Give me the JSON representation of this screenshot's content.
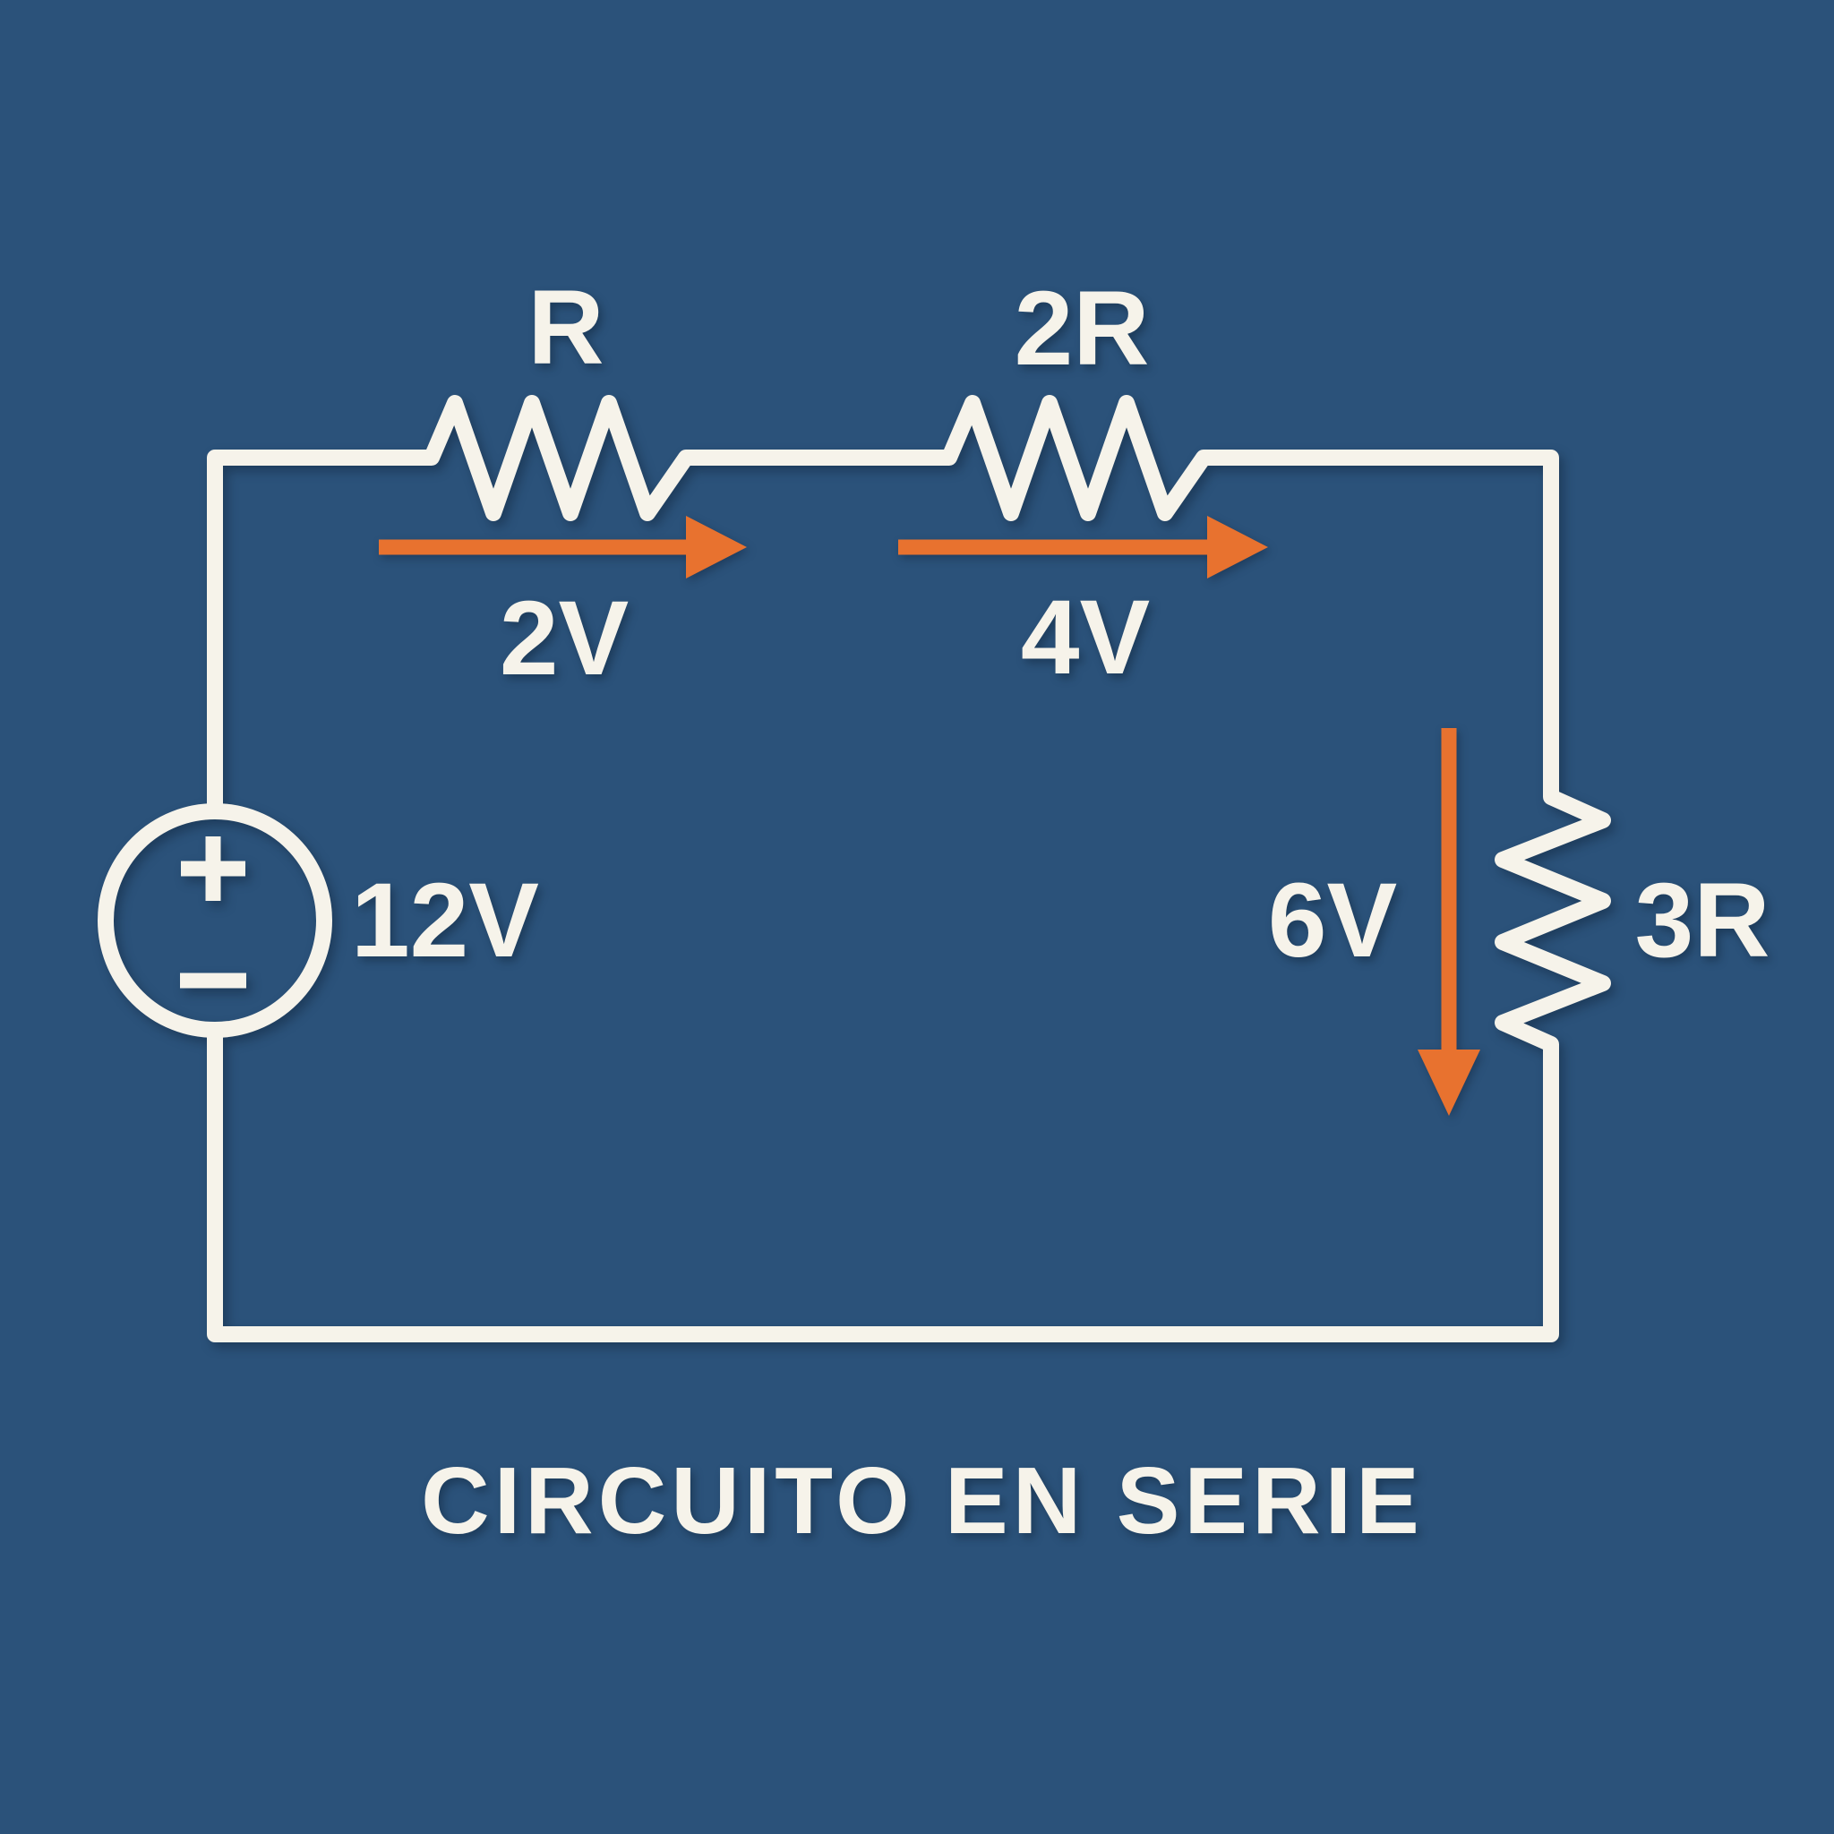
{
  "title": "CIRCUITO EN SERIE",
  "colors": {
    "background": "#2B527A",
    "wire": "#F6F3EA",
    "arrow": "#E8722F",
    "text": "#F6F3EA"
  },
  "source": {
    "type": "dc-voltage-source",
    "label": "12V",
    "polarity_plus": "+",
    "polarity_minus": "−"
  },
  "resistors": [
    {
      "label": "R",
      "voltage_drop": "2V",
      "position": "top-left"
    },
    {
      "label": "2R",
      "voltage_drop": "4V",
      "position": "top-right"
    },
    {
      "label": "3R",
      "voltage_drop": "6V",
      "position": "right-side"
    }
  ],
  "current_arrows": [
    {
      "direction": "right",
      "associated_drop": "2V"
    },
    {
      "direction": "right",
      "associated_drop": "4V"
    },
    {
      "direction": "down",
      "associated_drop": "6V"
    }
  ]
}
